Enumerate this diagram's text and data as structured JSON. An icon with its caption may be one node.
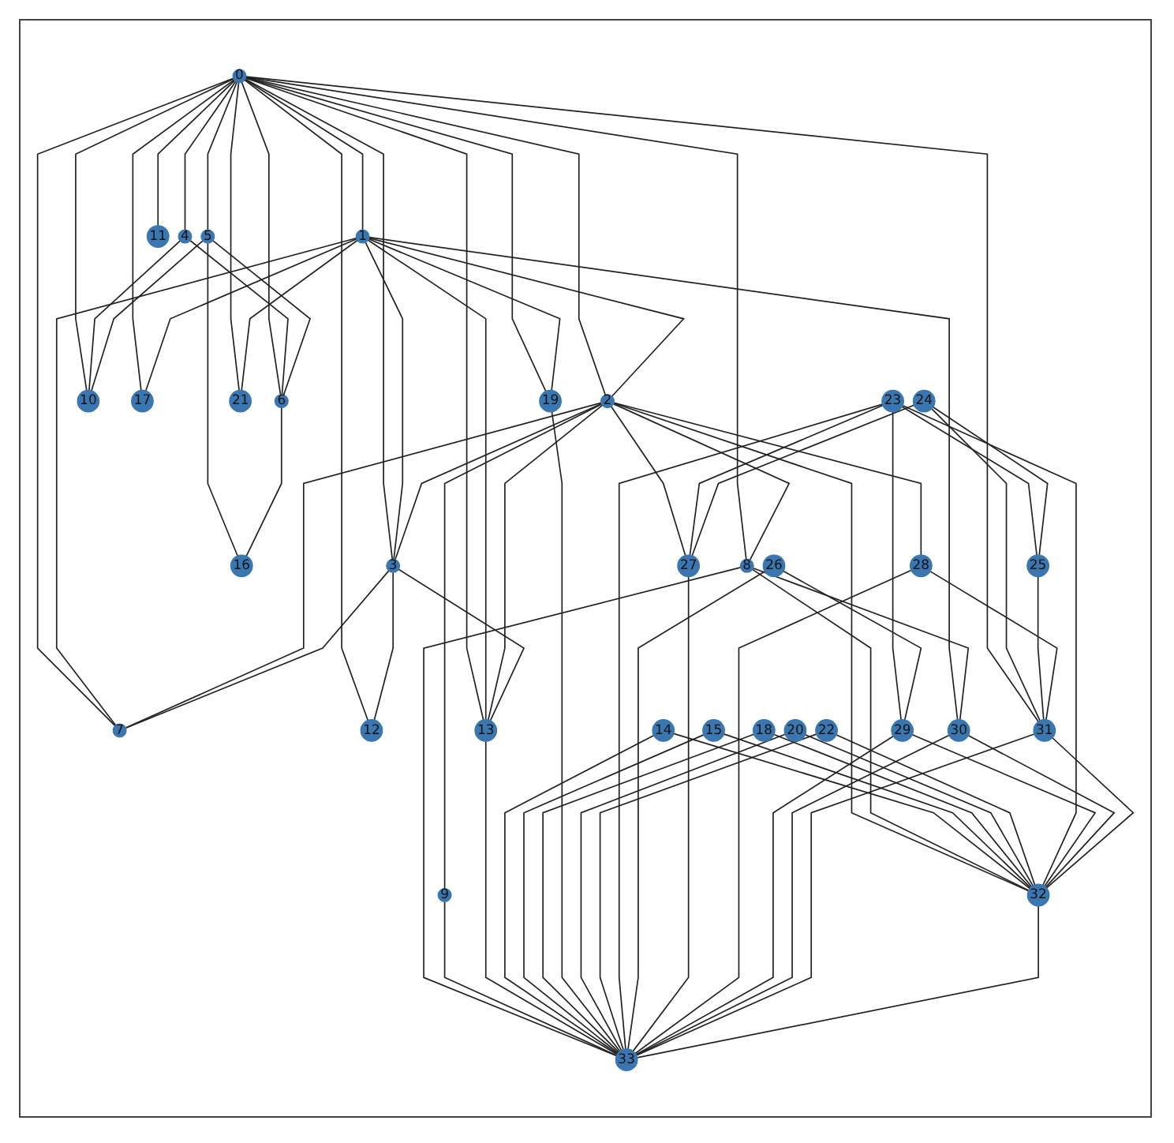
{
  "diagram": {
    "nodes": [
      {
        "text": [
          "0"
        ]
      },
      {
        "text": [
          "1"
        ]
      },
      {
        "text": [
          "2"
        ]
      },
      {
        "text": [
          "3"
        ]
      },
      {
        "text": [
          "4"
        ]
      },
      {
        "text": [
          "5"
        ]
      },
      {
        "text": [
          "6"
        ]
      },
      {
        "text": [
          "7"
        ]
      },
      {
        "text": [
          "8"
        ]
      },
      {
        "text": [
          "9"
        ]
      },
      {
        "text": [
          "10"
        ]
      },
      {
        "text": [
          "11"
        ]
      },
      {
        "text": [
          "12"
        ]
      },
      {
        "text": [
          "13"
        ]
      },
      {
        "text": [
          "14"
        ]
      },
      {
        "text": [
          "15"
        ]
      },
      {
        "text": [
          "16"
        ]
      },
      {
        "text": [
          "17"
        ]
      },
      {
        "text": [
          "18"
        ]
      },
      {
        "text": [
          "19"
        ]
      },
      {
        "text": [
          "20"
        ]
      },
      {
        "text": [
          "21"
        ]
      },
      {
        "text": [
          "22"
        ]
      },
      {
        "text": [
          "23"
        ]
      },
      {
        "text": [
          "24"
        ]
      },
      {
        "text": [
          "25"
        ]
      },
      {
        "text": [
          "26"
        ]
      },
      {
        "text": [
          "27"
        ]
      },
      {
        "text": [
          "28"
        ]
      },
      {
        "text": [
          "29"
        ]
      },
      {
        "text": [
          "30"
        ]
      },
      {
        "text": [
          "31"
        ]
      },
      {
        "text": [
          "32"
        ]
      },
      {
        "text": [
          "33"
        ]
      }
    ],
    "edges": [
      {
        "from": 0,
        "to": 1,
        "arrow": "none"
      },
      {
        "from": 0,
        "to": 2,
        "arrow": "none"
      },
      {
        "from": 0,
        "to": 3,
        "arrow": "none"
      },
      {
        "from": 0,
        "to": 4,
        "arrow": "none"
      },
      {
        "from": 0,
        "to": 5,
        "arrow": "none"
      },
      {
        "from": 0,
        "to": 6,
        "arrow": "none"
      },
      {
        "from": 0,
        "to": 7,
        "arrow": "none"
      },
      {
        "from": 0,
        "to": 8,
        "arrow": "none"
      },
      {
        "from": 0,
        "to": 10,
        "arrow": "none"
      },
      {
        "from": 0,
        "to": 11,
        "arrow": "none"
      },
      {
        "from": 0,
        "to": 12,
        "arrow": "none"
      },
      {
        "from": 0,
        "to": 13,
        "arrow": "none"
      },
      {
        "from": 0,
        "to": 17,
        "arrow": "none"
      },
      {
        "from": 0,
        "to": 19,
        "arrow": "none"
      },
      {
        "from": 0,
        "to": 21,
        "arrow": "none"
      },
      {
        "from": 0,
        "to": 31,
        "arrow": "none"
      },
      {
        "from": 1,
        "to": 2,
        "arrow": "none"
      },
      {
        "from": 1,
        "to": 3,
        "arrow": "none"
      },
      {
        "from": 1,
        "to": 7,
        "arrow": "none"
      },
      {
        "from": 1,
        "to": 13,
        "arrow": "none"
      },
      {
        "from": 1,
        "to": 17,
        "arrow": "none"
      },
      {
        "from": 1,
        "to": 19,
        "arrow": "none"
      },
      {
        "from": 1,
        "to": 21,
        "arrow": "none"
      },
      {
        "from": 1,
        "to": 30,
        "arrow": "none"
      },
      {
        "from": 2,
        "to": 3,
        "arrow": "none"
      },
      {
        "from": 2,
        "to": 7,
        "arrow": "none"
      },
      {
        "from": 2,
        "to": 8,
        "arrow": "none"
      },
      {
        "from": 2,
        "to": 9,
        "arrow": "none"
      },
      {
        "from": 2,
        "to": 13,
        "arrow": "none"
      },
      {
        "from": 2,
        "to": 27,
        "arrow": "none"
      },
      {
        "from": 2,
        "to": 28,
        "arrow": "none"
      },
      {
        "from": 2,
        "to": 32,
        "arrow": "none"
      },
      {
        "from": 3,
        "to": 7,
        "arrow": "none"
      },
      {
        "from": 3,
        "to": 12,
        "arrow": "none"
      },
      {
        "from": 3,
        "to": 13,
        "arrow": "none"
      },
      {
        "from": 4,
        "to": 6,
        "arrow": "none"
      },
      {
        "from": 4,
        "to": 10,
        "arrow": "none"
      },
      {
        "from": 5,
        "to": 6,
        "arrow": "none"
      },
      {
        "from": 5,
        "to": 10,
        "arrow": "none"
      },
      {
        "from": 5,
        "to": 16,
        "arrow": "none"
      },
      {
        "from": 6,
        "to": 16,
        "arrow": "none"
      },
      {
        "from": 8,
        "to": 30,
        "arrow": "none"
      },
      {
        "from": 8,
        "to": 32,
        "arrow": "none"
      },
      {
        "from": 8,
        "to": 33,
        "arrow": "none"
      },
      {
        "from": 9,
        "to": 33,
        "arrow": "none"
      },
      {
        "from": 13,
        "to": 33,
        "arrow": "none"
      },
      {
        "from": 14,
        "to": 32,
        "arrow": "none"
      },
      {
        "from": 14,
        "to": 33,
        "arrow": "none"
      },
      {
        "from": 15,
        "to": 32,
        "arrow": "none"
      },
      {
        "from": 15,
        "to": 33,
        "arrow": "none"
      },
      {
        "from": 18,
        "to": 32,
        "arrow": "none"
      },
      {
        "from": 18,
        "to": 33,
        "arrow": "none"
      },
      {
        "from": 19,
        "to": 33,
        "arrow": "none"
      },
      {
        "from": 20,
        "to": 32,
        "arrow": "none"
      },
      {
        "from": 20,
        "to": 33,
        "arrow": "none"
      },
      {
        "from": 22,
        "to": 32,
        "arrow": "none"
      },
      {
        "from": 22,
        "to": 33,
        "arrow": "none"
      },
      {
        "from": 23,
        "to": 25,
        "arrow": "none"
      },
      {
        "from": 23,
        "to": 27,
        "arrow": "none"
      },
      {
        "from": 23,
        "to": 29,
        "arrow": "none"
      },
      {
        "from": 23,
        "to": 32,
        "arrow": "none"
      },
      {
        "from": 23,
        "to": 33,
        "arrow": "none"
      },
      {
        "from": 24,
        "to": 25,
        "arrow": "none"
      },
      {
        "from": 24,
        "to": 27,
        "arrow": "none"
      },
      {
        "from": 24,
        "to": 31,
        "arrow": "none"
      },
      {
        "from": 25,
        "to": 31,
        "arrow": "none"
      },
      {
        "from": 26,
        "to": 29,
        "arrow": "none"
      },
      {
        "from": 26,
        "to": 33,
        "arrow": "none"
      },
      {
        "from": 27,
        "to": 33,
        "arrow": "none"
      },
      {
        "from": 28,
        "to": 31,
        "arrow": "none"
      },
      {
        "from": 28,
        "to": 33,
        "arrow": "none"
      },
      {
        "from": 29,
        "to": 32,
        "arrow": "none"
      },
      {
        "from": 29,
        "to": 33,
        "arrow": "none"
      },
      {
        "from": 30,
        "to": 32,
        "arrow": "none"
      },
      {
        "from": 30,
        "to": 33,
        "arrow": "none"
      },
      {
        "from": 31,
        "to": 32,
        "arrow": "none"
      },
      {
        "from": 31,
        "to": 33,
        "arrow": "none"
      },
      {
        "from": 32,
        "to": 33,
        "arrow": "none"
      }
    ]
  }
}
